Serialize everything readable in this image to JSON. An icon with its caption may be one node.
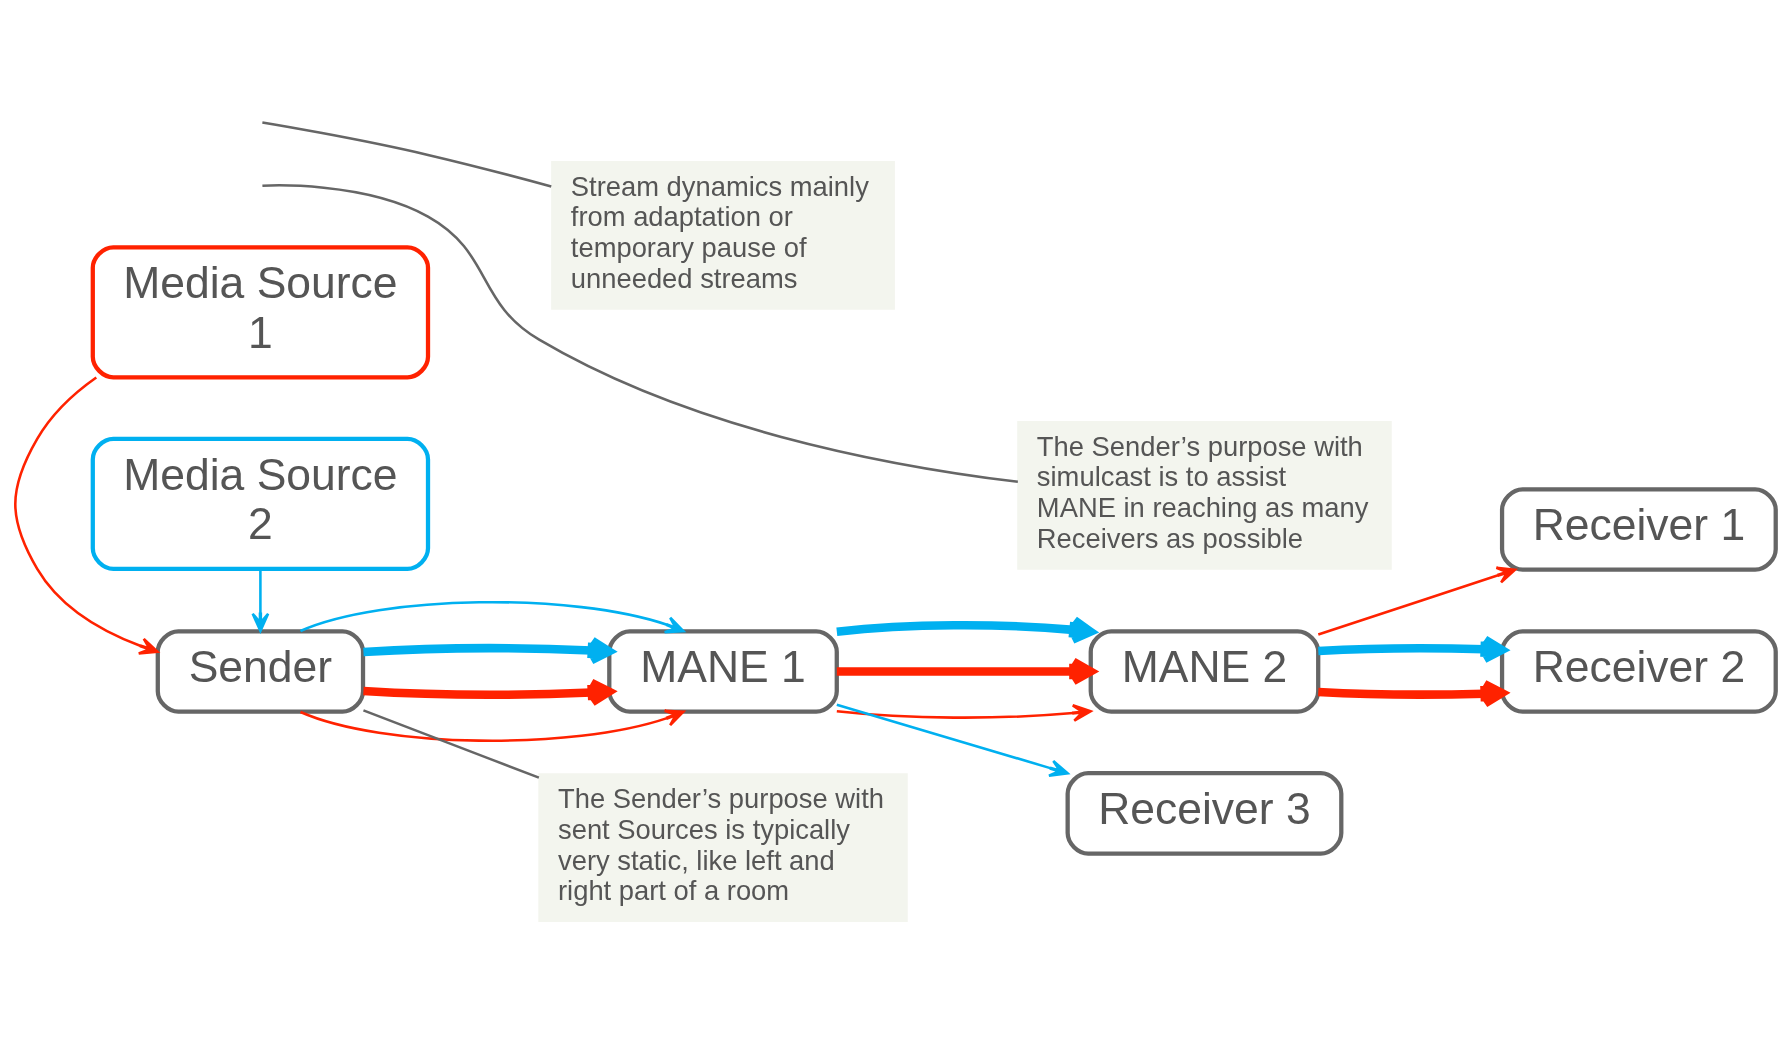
{
  "diagram": {
    "nodes": [
      {
        "text": [
          "Media Source 1"
        ]
      },
      {
        "text": [
          "Sender"
        ]
      },
      {
        "text": [
          "MANE 1"
        ]
      },
      {
        "text": [
          "MANE 2"
        ]
      },
      {
        "text": [
          "Receiver 1"
        ]
      },
      {
        "text": [
          "Media Source 2"
        ]
      },
      {
        "text": [
          "Receiver 3"
        ]
      },
      {
        "text": [
          "Receiver 2"
        ]
      },
      {
        "text": [
          "The Sender’s purpose with sent Sources is typically very static, like left and right part of a room"
        ]
      },
      {
        "text": [
          "The Sender’s purpose with simulcast is to assist MANE in reaching as many Receivers as possible"
        ]
      },
      {
        "text": [
          "Stream dynamics mainly from adaptation or temporary pause of unneeded streams"
        ]
      }
    ],
    "edges": [
      {
        "from": 0,
        "to": 1,
        "arrow": "to",
        "color": "#ff2200"
      },
      {
        "from": 5,
        "to": 1,
        "arrow": "to",
        "color": "#00b0f0"
      },
      {
        "from": 1,
        "to": 2,
        "arrow": "to",
        "color": "#ff2200"
      },
      {
        "from": 1,
        "to": 2,
        "arrow": "to",
        "color": "#ff2200",
        "style": "thick"
      },
      {
        "from": 1,
        "to": 2,
        "arrow": "to",
        "color": "#00b0f0",
        "style": "thick"
      },
      {
        "from": 1,
        "to": 2,
        "arrow": "to",
        "color": "#00b0f0"
      },
      {
        "from": 2,
        "to": 3,
        "arrow": "to",
        "color": "#ff2200"
      },
      {
        "from": 2,
        "to": 3,
        "arrow": "to",
        "color": "#ff2200",
        "style": "thick"
      },
      {
        "from": 2,
        "to": 3,
        "arrow": "to",
        "color": "#00b0f0",
        "style": "thick"
      },
      {
        "from": 3,
        "to": 4,
        "arrow": "to",
        "color": "#ff2200"
      },
      {
        "from": 3,
        "to": 7,
        "arrow": "to",
        "color": "#ff2200",
        "style": "thick"
      },
      {
        "from": 3,
        "to": 7,
        "arrow": "to",
        "color": "#00b0f0",
        "style": "thick"
      },
      {
        "from": 2,
        "to": 6,
        "arrow": "to",
        "color": "#00b0f0"
      },
      {
        "from": 8,
        "to": 1,
        "arrow": "none",
        "color": "#666666"
      },
      {
        "from": 9,
        "to": null,
        "arrow": "none",
        "color": "#666666"
      },
      {
        "from": 10,
        "to": null,
        "arrow": "none",
        "color": "#666666"
      }
    ]
  }
}
